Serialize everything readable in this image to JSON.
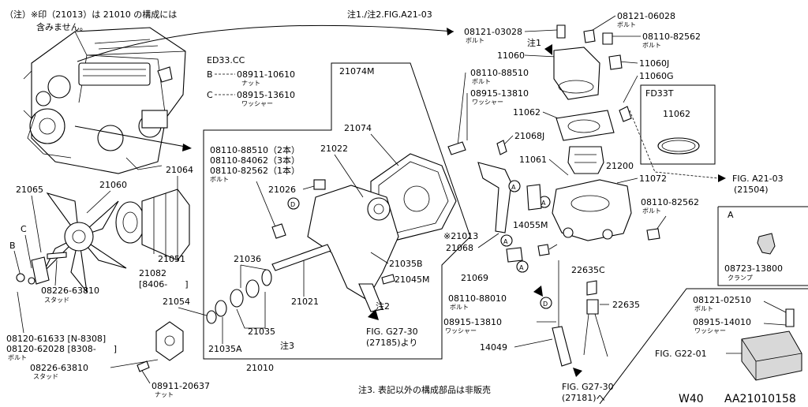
{
  "notes": {
    "note1_line1": "（注）※印（21013）は 21010 の構成には",
    "note1_line2": "含みません。",
    "note_top": "注1./注2.FIG.A21-03",
    "note3": "注3. 表記以外の構成部品は非販売",
    "note3_short": "注3",
    "note1_short": "注1",
    "note2_short": "注2"
  },
  "ed33": {
    "title": "ED33.CC",
    "b_letter": "B",
    "b_part": "08911-10610",
    "b_desc": "ナット",
    "c_letter": "C",
    "c_part": "08915-13610",
    "c_desc": "ワッシャー"
  },
  "bolt_group": {
    "line1": "08110-88510（2本）",
    "line2": "08110-84062（3本）",
    "line3": "08110-82562（1本）",
    "desc": "ボルト"
  },
  "parts": {
    "p21074M": "21074M",
    "p21074": "21074",
    "p21022": "21022",
    "p21026": "21026",
    "p21064": "21064",
    "p21065": "21065",
    "p21060": "21060",
    "p21051": "21051",
    "p21082": "21082",
    "p21082_range": "[8406-　　]",
    "p21036": "21036",
    "p21054": "21054",
    "p21035": "21035",
    "p21035A": "21035A",
    "p21035B": "21035B",
    "p21045M": "21045M",
    "p21021": "21021",
    "p21010": "21010",
    "p21013": "※21013",
    "p08226a": "08226-63810",
    "p08226a_desc": "スタッド",
    "p08120a": "08120-61633 [N-8308]",
    "p08120b": "08120-62028 [8308-　　]",
    "p08120_desc": "ボルト",
    "p08226b": "08226-63810",
    "p08226b_desc": "スタッド",
    "p08911": "08911-20637",
    "p08911_desc": "ナット",
    "p08121_03028": "08121-03028",
    "p08121_03028_desc": "ボルト",
    "p08121_06028": "08121-06028",
    "p08121_06028_desc": "ボルト",
    "p08110_82562a": "08110-82562",
    "p08110_82562a_desc": "ボルト",
    "p11060": "11060",
    "p11060J": "11060J",
    "p11060G": "11060G",
    "p08110_88510": "08110-88510",
    "p08110_88510_desc": "ボルト",
    "p08915_13810a": "08915-13810",
    "p08915_13810a_desc": "ワッシャー",
    "p11062": "11062",
    "p21068J": "21068J",
    "p11061": "11061",
    "p21200": "21200",
    "p11072": "11072",
    "p14055M": "14055M",
    "p21068": "21068",
    "p21069": "21069",
    "p08110_82562b": "08110-82562",
    "p08110_82562b_desc": "ボルト",
    "p22635C": "22635C",
    "p22635": "22635",
    "p08110_88010": "08110-88010",
    "p08110_88010_desc": "ボルト",
    "p08915_13810b": "08915-13810",
    "p08915_13810b_desc": "ワッシャー",
    "p14049": "14049",
    "p08121_02510": "08121-02510",
    "p08121_02510_desc": "ボルト",
    "p08915_14010": "08915-14010",
    "p08915_14010_desc": "ワッシャー",
    "p08723": "08723-13800",
    "p08723_desc": "クランプ"
  },
  "fd33t": {
    "title": "FD33T",
    "part": "11062"
  },
  "fig_refs": {
    "a21_03": "FIG. A21-03",
    "a21_03_sub": "(21504)",
    "g27_30a": "FIG. G27-30",
    "g27_30a_sub": "(27185)より",
    "g27_30b": "FIG. G27-30",
    "g27_30b_sub": "(27181)へ",
    "g22_01": "FIG. G22-01"
  },
  "callouts": {
    "A": "A",
    "B": "B",
    "C": "C",
    "D": "D"
  },
  "footer": {
    "model": "W40",
    "diagram_id": "AA21010158"
  }
}
